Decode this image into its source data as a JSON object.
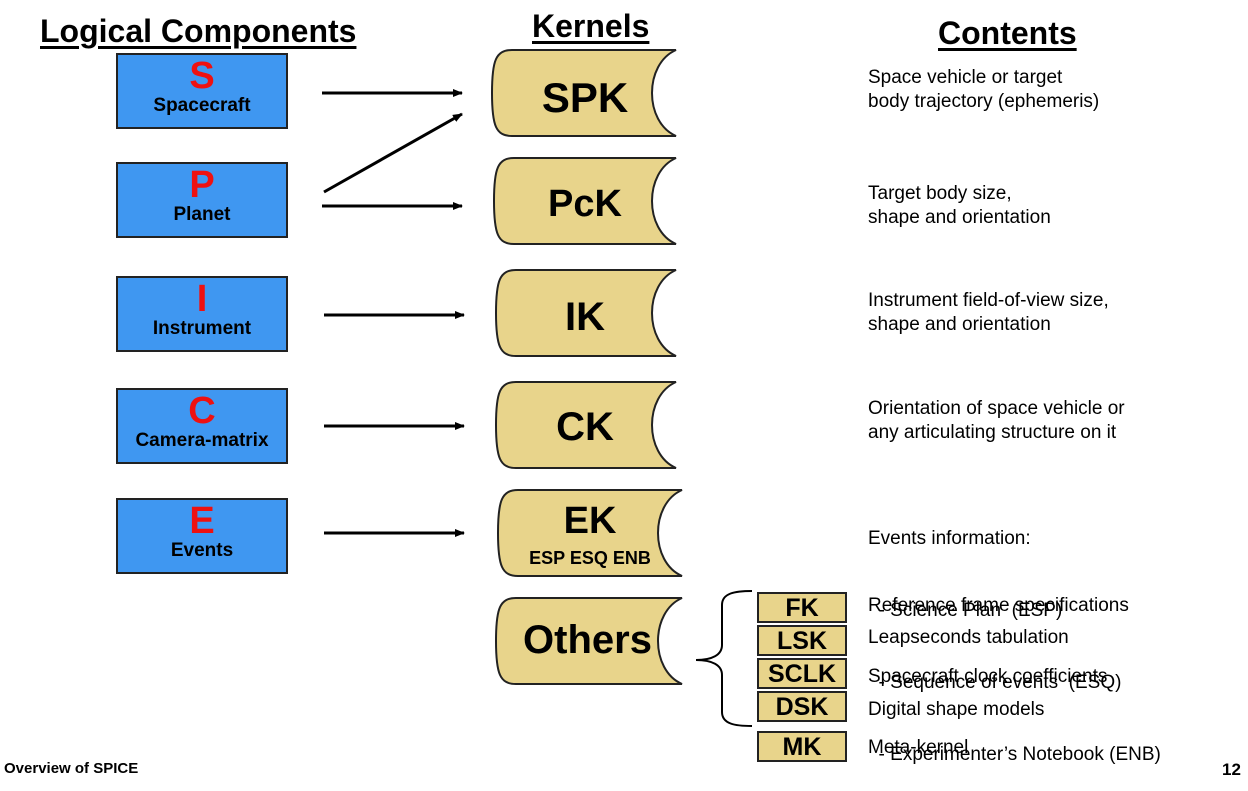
{
  "headings": {
    "logical": "Logical Components",
    "kernels": "Kernels",
    "contents": "Contents"
  },
  "components": [
    {
      "letter": "S",
      "name": "Spacecraft"
    },
    {
      "letter": "P",
      "name": "Planet"
    },
    {
      "letter": "I",
      "name": "Instrument"
    },
    {
      "letter": "C",
      "name": "Camera-matrix"
    },
    {
      "letter": "E",
      "name": "Events"
    }
  ],
  "kernels": [
    {
      "label": "SPK"
    },
    {
      "label": "PcK"
    },
    {
      "label": "IK"
    },
    {
      "label": "CK"
    },
    {
      "label": "EK",
      "sublabel": "ESP ESQ ENB"
    },
    {
      "label": "Others"
    }
  ],
  "contents": [
    {
      "lines": [
        "Space vehicle or target",
        "body trajectory (ephemeris)"
      ]
    },
    {
      "lines": [
        "Target body size,",
        "shape and orientation"
      ]
    },
    {
      "lines": [
        "Instrument field-of-view size,",
        "shape and orientation"
      ]
    },
    {
      "lines": [
        "Orientation of space vehicle or",
        "any articulating structure on it"
      ]
    },
    {
      "lines": [
        "Events information:",
        "  - Science Plan  (ESP)",
        "  - Sequence of events  (ESQ)",
        "  - Experimenter’s Notebook (ENB)"
      ]
    }
  ],
  "others": [
    {
      "label": "FK",
      "description": "Reference frame specifications"
    },
    {
      "label": "LSK",
      "description": "Leapseconds tabulation"
    },
    {
      "label": "SCLK",
      "description": "Spacecraft clock coefficients"
    },
    {
      "label": "DSK",
      "description": "Digital shape models"
    },
    {
      "label": "MK",
      "description": "Meta-kernel"
    }
  ],
  "footer": {
    "title": "Overview of SPICE",
    "page_number": "12"
  },
  "colors": {
    "component_fill": "#3f97f1",
    "component_letter": "#ee1111",
    "kernel_fill": "#e8d48b"
  }
}
